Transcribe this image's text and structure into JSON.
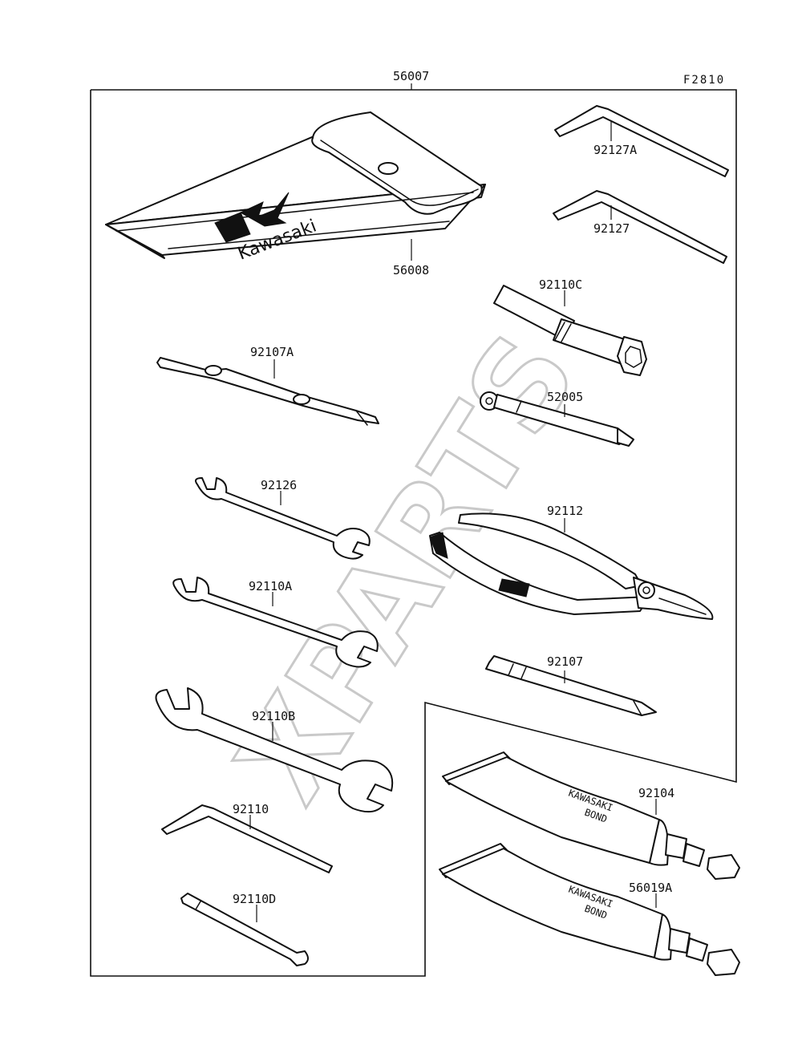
{
  "figure_code": "F2810",
  "watermark": "XPARTS",
  "pouch_brand": "Kawasaki",
  "bond_tube_label": [
    "KAWASAKI",
    "BOND"
  ],
  "parts": {
    "kit": "56007",
    "case": "56008",
    "hex_wrench_a": "92127A",
    "hex_wrench_b": "92127",
    "plug_wrench": "92110C",
    "handle": "52005",
    "pliers": "92112",
    "screwdriver": "92107",
    "screwdriver_a": "92107A",
    "wrench_a": "92126",
    "wrench_b": "92110A",
    "wrench_c": "92110B",
    "hex_wrench_c": "92110",
    "spoke_wrench": "92110D",
    "bond_tube_a": "92104",
    "bond_tube_b": "56019A"
  }
}
